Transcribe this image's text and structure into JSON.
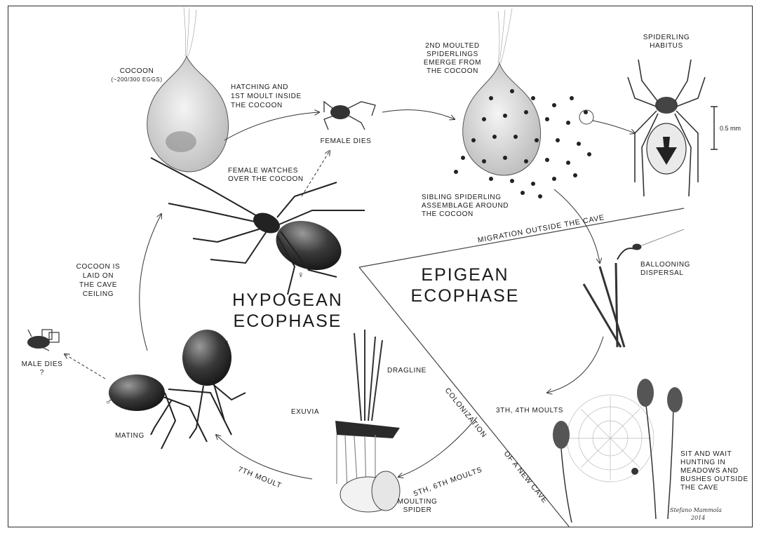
{
  "labels": {
    "cocoon": "COCOON",
    "cocoon_eggs": "(~200/300 EGGS)",
    "hatching_1": "HATCHING AND",
    "hatching_2": "1ST MOULT INSIDE",
    "hatching_3": "THE COCOON",
    "female_dies": "FEMALE DIES",
    "female_watches_1": "FEMALE WATCHES",
    "female_watches_2": "OVER THE COCOON",
    "moulted_1": "2ND MOULTED",
    "moulted_2": "SPIDERLINGS",
    "moulted_3": "EMERGE FROM",
    "moulted_4": "THE COCOON",
    "habitus_1": "SPIDERLING",
    "habitus_2": "HABITUS",
    "scale": "0.5 mm",
    "sibling_1": "SIBLING SPIDERLING",
    "sibling_2": "ASSEMBLAGE AROUND",
    "sibling_3": "THE COCOON",
    "migration": "MIGRATION OUTSIDE  THE CAVE",
    "ballooning_1": "BALLOONING",
    "ballooning_2": "DISPERSAL",
    "laid_1": "COCOON IS",
    "laid_2": "LAID ON",
    "laid_3": "THE CAVE",
    "laid_4": "CEILING",
    "hypogean_1": "HYPOGEAN",
    "hypogean_2": "ECOPHASE",
    "epigean_1": "EPIGEAN",
    "epigean_2": "ECOPHASE",
    "male_dies_1": "MALE DIES",
    "male_dies_2": "?",
    "mating": "MATING",
    "exuvia": "EXUVIA",
    "dragline": "DRAGLINE",
    "colonization_1": "COLONIZATION",
    "colonization_2": "OF A NEW CAVE",
    "moults_34": "3TH, 4TH MOULTS",
    "moults_58": "5TH, 6TH MOULTS",
    "moult_7": "7TH MOULT",
    "moulting_1": "MOULTING",
    "moulting_2": "SPIDER",
    "sit_1": "SIT AND WAIT",
    "sit_2": "HUNTING IN",
    "sit_3": "MEADOWS AND",
    "sit_4": "BUSHES OUTSIDE",
    "sit_5": "THE CAVE",
    "female_symbol": "♀",
    "male_symbol": "♂",
    "signature_1": "Stefano Mammola",
    "signature_2": "2014"
  },
  "colors": {
    "ink": "#1a1a1a",
    "frame": "#2a2a2a",
    "background": "#ffffff"
  }
}
